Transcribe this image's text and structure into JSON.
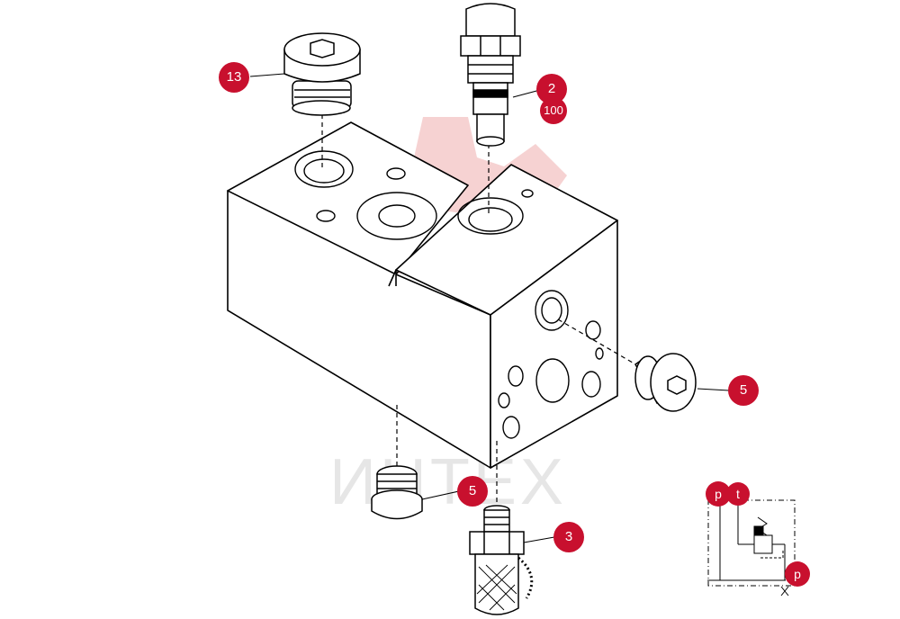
{
  "watermark": {
    "text": "ИНТЕХ",
    "color": "#f2b4b4"
  },
  "accent_color": "#c8102e",
  "callouts": {
    "c13": "13",
    "c2": "2",
    "c100": "100",
    "c5a": "5",
    "c5b": "5",
    "c3": "3"
  },
  "schematic": {
    "port_p1": "p",
    "port_t": "t",
    "port_p2": "p"
  }
}
